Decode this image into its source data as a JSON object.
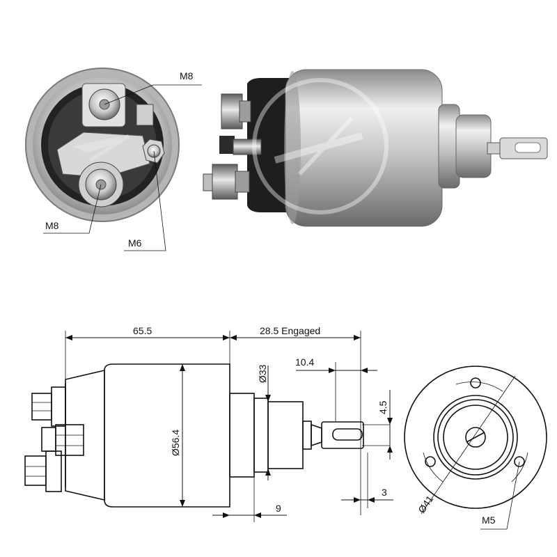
{
  "photo_labels": {
    "m8_top": "M8",
    "m8_bottom": "M8",
    "m6": "M6"
  },
  "dimensions": {
    "body_length": "65.5",
    "plunger_travel": "28.5 Engaged",
    "tab_length": "10.4",
    "tab_hole": "4.5",
    "collar_diameter": "Ø33",
    "body_diameter": "Ø56.4",
    "collar_offset": "9",
    "tab_thickness": "3",
    "bolt_circle": "Ø41",
    "thread": "M5"
  },
  "colors": {
    "metal_light": "#e6e6e6",
    "metal_mid": "#b9b9b9",
    "metal_dark": "#6d6d6d",
    "cap_black": "#1e1e1e",
    "watermark": "#9a9a9a"
  }
}
